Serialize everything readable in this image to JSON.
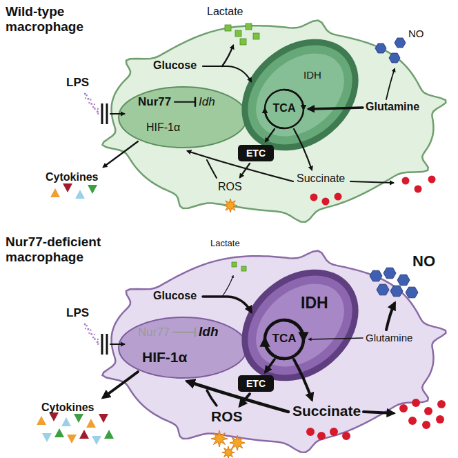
{
  "diagram": {
    "nodes": [
      {
        "text": [
          "Wild-type macrophage"
        ]
      },
      {
        "text": [
          "Nur77",
          "Idh",
          "HIF-1α"
        ],
        "in": 0
      },
      {
        "text": [
          "TCA",
          "IDH"
        ],
        "in": 0
      },
      {
        "text": [
          "ETC"
        ],
        "in": 0
      },
      {
        "text": [
          "Nur77-deficient macrophage"
        ]
      },
      {
        "text": [
          "Nur77",
          "Idh",
          "HIF-1α"
        ],
        "in": 4
      },
      {
        "text": [
          "TCA",
          "IDH"
        ],
        "in": 4
      },
      {
        "text": [
          "ETC"
        ],
        "in": 4
      }
    ],
    "labels": [
      "Lactate",
      "Glucose",
      "LPS",
      "Cytokines",
      "Glutamine",
      "NO",
      "ROS",
      "Succinate",
      "Lactate",
      "Glucose",
      "LPS",
      "Cytokines",
      "Glutamine",
      "NO",
      "ROS",
      "Succinate"
    ]
  }
}
